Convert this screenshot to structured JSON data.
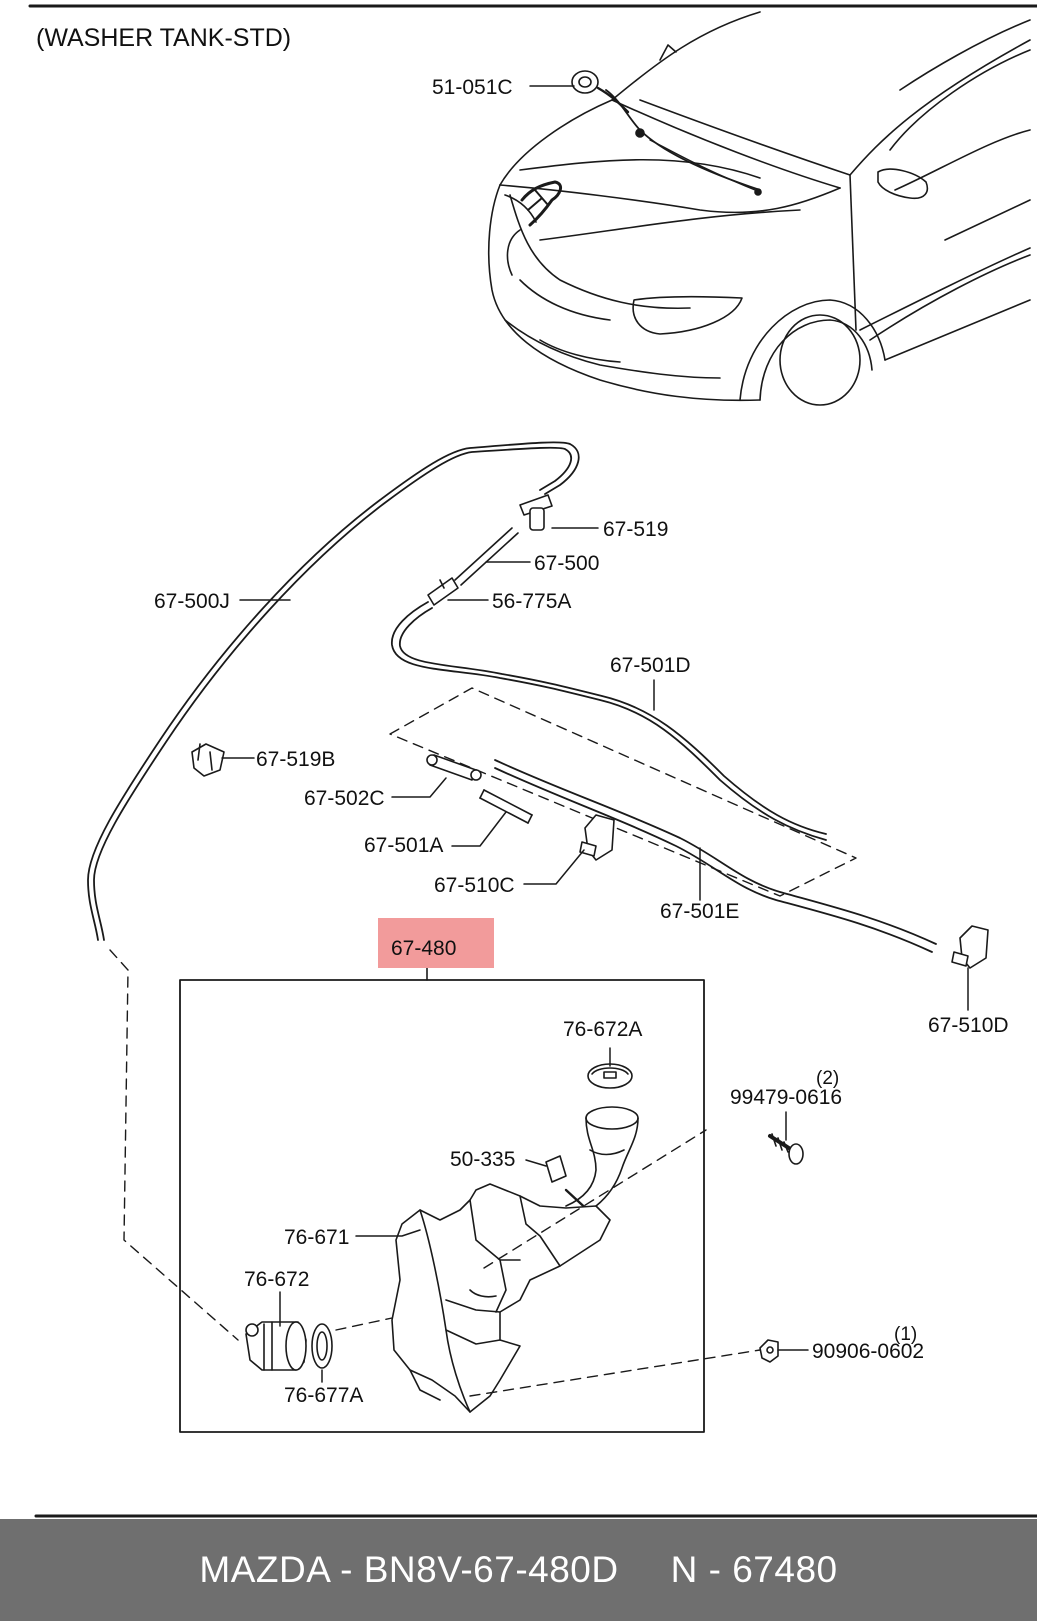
{
  "diagram": {
    "title": "(WASHER TANK-STD)",
    "highlight_color": "#f29b9b",
    "highlighted_part": "67-480",
    "parts": {
      "p51_051C": "51-051C",
      "p67_519": "67-519",
      "p67_500": "67-500",
      "p56_775A": "56-775A",
      "p67_500J": "67-500J",
      "p67_501D": "67-501D",
      "p67_519B": "67-519B",
      "p67_502C": "67-502C",
      "p67_501A": "67-501A",
      "p67_510C": "67-510C",
      "p67_501E": "67-501E",
      "p67_480": "67-480",
      "p67_510D": "67-510D",
      "p76_672A": "76-672A",
      "p99479_0616": "99479-0616",
      "p50_335": "50-335",
      "p76_671": "76-671",
      "p76_672": "76-672",
      "p76_677A": "76-677A",
      "p90906_0602": "90906-0602"
    },
    "quantities": {
      "q99479_0616": "(2)",
      "q90906_0602": "(1)"
    }
  },
  "footer": {
    "brand_part": "MAZDA - BN8V-67-480D",
    "ref_number": "N - 67480"
  }
}
